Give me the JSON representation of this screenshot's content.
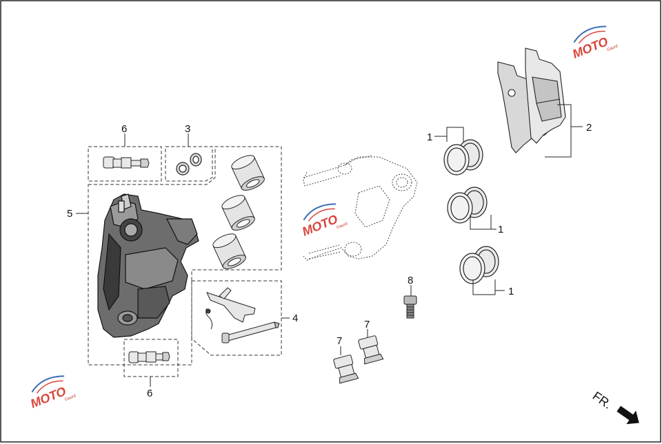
{
  "diagram": {
    "callouts": [
      {
        "id": "c1a",
        "text": "1"
      },
      {
        "id": "c1b",
        "text": "1"
      },
      {
        "id": "c1c",
        "text": "1"
      },
      {
        "id": "c2",
        "text": "2"
      },
      {
        "id": "c3",
        "text": "3"
      },
      {
        "id": "c4",
        "text": "4"
      },
      {
        "id": "c5",
        "text": "5"
      },
      {
        "id": "c6a",
        "text": "6"
      },
      {
        "id": "c6b",
        "text": "6"
      },
      {
        "id": "c7a",
        "text": "7"
      },
      {
        "id": "c7b",
        "text": "7"
      },
      {
        "id": "c8",
        "text": "8"
      }
    ],
    "direction_label": "FR.",
    "watermark": {
      "text": "MOTO",
      "subtext": "Gaurd",
      "colors": {
        "red": "#d9453a",
        "blue": "#3f6fb5",
        "gray": "#9aa0a6"
      }
    }
  }
}
